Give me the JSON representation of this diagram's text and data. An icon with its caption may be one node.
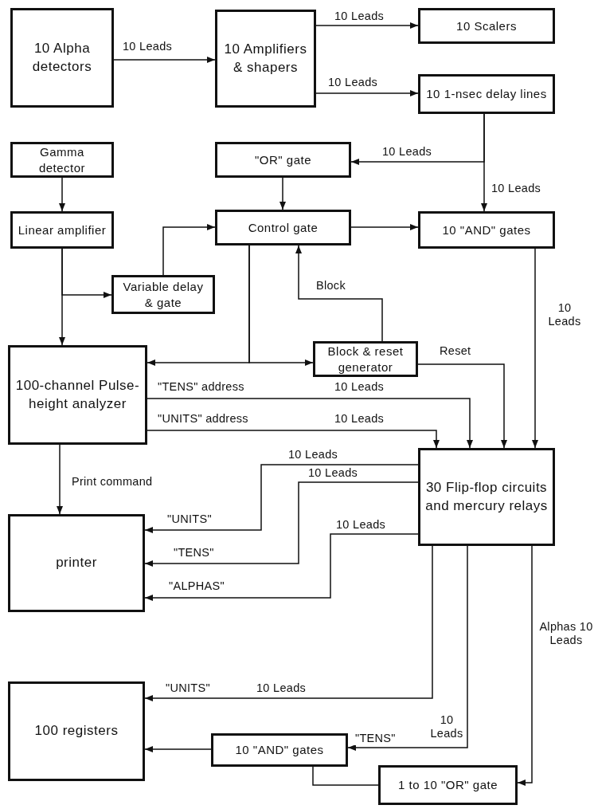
{
  "diagram": {
    "nodes": [
      {
        "text": [
          "10 Alpha detectors"
        ]
      },
      {
        "text": [
          "10 Amplifiers & shapers"
        ]
      },
      {
        "text": [
          "10 Scalers"
        ]
      },
      {
        "text": [
          "10 1-nsec delay lines"
        ]
      },
      {
        "text": [
          "Gamma detector"
        ]
      },
      {
        "text": [
          "\"OR\" gate"
        ]
      },
      {
        "text": [
          "Linear amplifier"
        ]
      },
      {
        "text": [
          "Control gate"
        ]
      },
      {
        "text": [
          "10 \"AND\" gates"
        ]
      },
      {
        "text": [
          "Variable delay & gate"
        ]
      },
      {
        "text": [
          "100-channel Pulse-height analyzer"
        ]
      },
      {
        "text": [
          "Block & reset generator"
        ]
      },
      {
        "text": [
          "30 Flip-flop circuits and mercury relays"
        ]
      },
      {
        "text": [
          "printer"
        ]
      },
      {
        "text": [
          "100 registers"
        ]
      },
      {
        "text": [
          "10 \"AND\" gates"
        ]
      },
      {
        "text": [
          "1 to 10 \"OR\" gate"
        ]
      }
    ],
    "edges": [
      {
        "from": 0,
        "to": 1,
        "arrow": "to",
        "label": "10 Leads"
      },
      {
        "from": 1,
        "to": 2,
        "arrow": "to",
        "label": "10 Leads"
      },
      {
        "from": 1,
        "to": 3,
        "arrow": "to",
        "label": "10 Leads"
      },
      {
        "from": 3,
        "to": 5,
        "arrow": "to",
        "label": "10 Leads"
      },
      {
        "from": 3,
        "to": 8,
        "arrow": "to",
        "label": "10 Leads"
      },
      {
        "from": 4,
        "to": 6,
        "arrow": "to"
      },
      {
        "from": 5,
        "to": 7,
        "arrow": "to"
      },
      {
        "from": 6,
        "to": 9,
        "arrow": "to"
      },
      {
        "from": 6,
        "to": 10,
        "arrow": "to"
      },
      {
        "from": 9,
        "to": 7,
        "arrow": "to"
      },
      {
        "from": 7,
        "to": 8,
        "arrow": "to"
      },
      {
        "from": 7,
        "to": 10,
        "arrow": "to"
      },
      {
        "from": 7,
        "to": 11,
        "arrow": "to"
      },
      {
        "from": 11,
        "to": 7,
        "arrow": "to",
        "label": "Block"
      },
      {
        "from": 11,
        "to": 12,
        "arrow": "to",
        "label": "Reset"
      },
      {
        "from": 8,
        "to": 12,
        "arrow": "to",
        "label": "10 Leads"
      },
      {
        "from": 10,
        "to": 12,
        "arrow": "to",
        "label": "\"TENS\" address"
      },
      {
        "from": 10,
        "to": 12,
        "arrow": "to",
        "label": "\"UNITS\" address"
      },
      {
        "from": 10,
        "to": 13,
        "arrow": "to",
        "label": "Print command"
      },
      {
        "from": 12,
        "to": 13,
        "arrow": "to",
        "label": "\"UNITS\""
      },
      {
        "from": 12,
        "to": 13,
        "arrow": "to",
        "label": "\"TENS\""
      },
      {
        "from": 12,
        "to": 13,
        "arrow": "to",
        "label": "\"ALPHAS\""
      },
      {
        "from": 12,
        "to": 14,
        "arrow": "to",
        "label": "\"UNITS\""
      },
      {
        "from": 12,
        "to": 15,
        "arrow": "to",
        "label": "\"TENS\""
      },
      {
        "from": 12,
        "to": 16,
        "arrow": "to",
        "label": "Alphas 10 Leads"
      },
      {
        "from": 15,
        "to": 14,
        "arrow": "to"
      },
      {
        "from": 15,
        "to": 16,
        "arrow": "none"
      }
    ],
    "labels": [
      "10 Leads",
      "10 Leads",
      "10 Leads",
      "10 Leads",
      "10 Leads",
      "10 Leads",
      "10 Leads"
    ]
  }
}
